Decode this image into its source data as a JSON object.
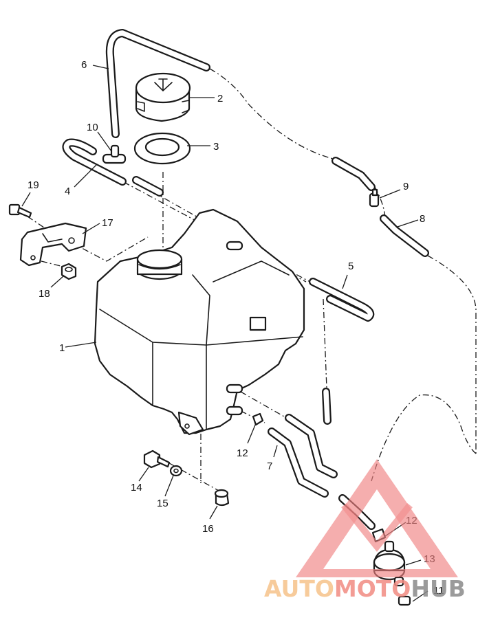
{
  "callouts": {
    "c1": "1",
    "c2": "2",
    "c3": "3",
    "c4": "4",
    "c5": "5",
    "c6": "6",
    "c7": "7",
    "c8": "8",
    "c9": "9",
    "c10": "10",
    "c11": "11",
    "c12a": "12",
    "c12b": "12",
    "c13": "13",
    "c14": "14",
    "c15": "15",
    "c16": "16",
    "c17": "17",
    "c18": "18",
    "c19": "19"
  },
  "watermark": {
    "part1": "AUTO",
    "part2": "MOTO",
    "part3": "HUB",
    "colors": {
      "auto": "#f6c38a",
      "moto": "#f28b82",
      "hub": "#8a8a8a",
      "triangle": "#f08080"
    }
  }
}
